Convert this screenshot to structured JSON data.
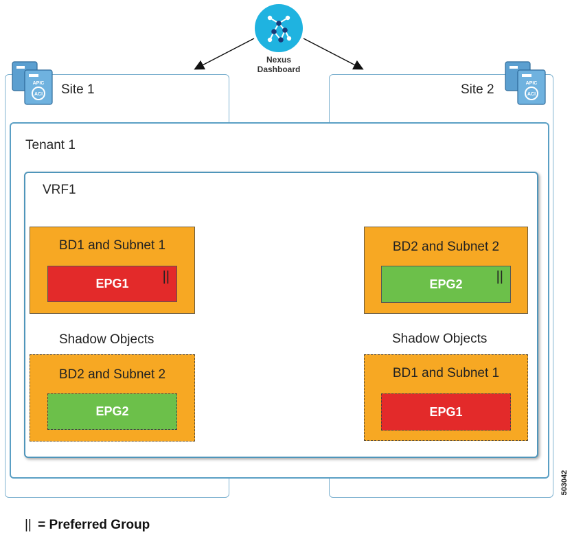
{
  "dashboard": {
    "line1": "Nexus",
    "line2": "Dashboard"
  },
  "site1": {
    "label": "Site 1",
    "apic": "APIC",
    "aci": "ACI"
  },
  "site2": {
    "label": "Site 2",
    "apic": "APIC",
    "aci": "ACI"
  },
  "tenant": {
    "label": "Tenant 1"
  },
  "vrf": {
    "label": "VRF1"
  },
  "left": {
    "bd_primary": {
      "title": "BD1 and Subnet 1",
      "epg": "EPG1",
      "preferred_marker": "||"
    },
    "shadow_heading": "Shadow Objects",
    "bd_shadow": {
      "title": "BD2 and Subnet 2",
      "epg": "EPG2"
    }
  },
  "right": {
    "bd_primary": {
      "title": "BD2 and Subnet 2",
      "epg": "EPG2",
      "preferred_marker": "||"
    },
    "shadow_heading": "Shadow Objects",
    "bd_shadow": {
      "title": "BD1 and Subnet 1",
      "epg": "EPG1"
    }
  },
  "legend": {
    "marker": "||",
    "text": "= Preferred Group"
  },
  "figure_id": "503042",
  "colors": {
    "bd_orange": "#f7a823",
    "epg_red": "#e32a2a",
    "epg_green": "#6cc04a",
    "frame_blue": "#5a9fc4"
  }
}
